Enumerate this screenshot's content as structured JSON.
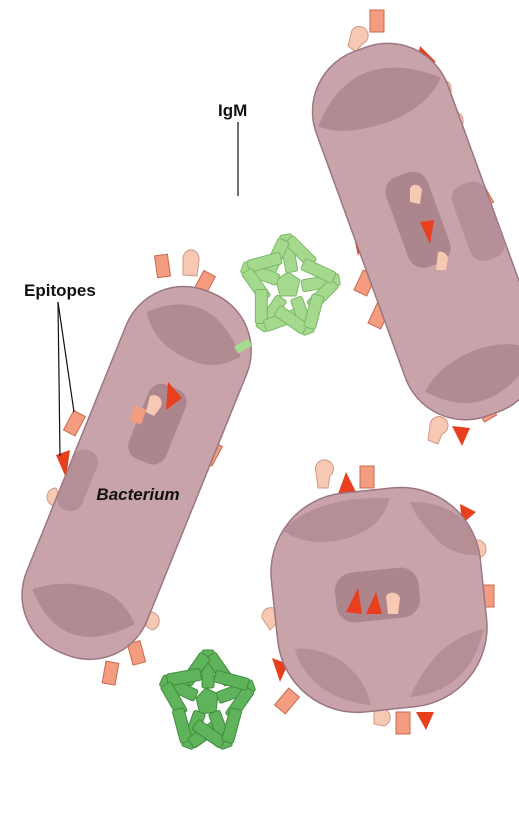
{
  "labels": {
    "igm": "IgM",
    "epitopes": "Epitopes",
    "bacterium": "Bacterium"
  },
  "colors": {
    "bacterium_fill": "#c9a3aa",
    "bacterium_stroke": "#9c7680",
    "bacterium_patch": "#a88088",
    "epitope_square": "#f39c80",
    "epitope_triangle": "#e8401f",
    "epitope_bump": "#f7c9b3",
    "igm": "#a4d98e",
    "antibody_dark": "#5fb35a"
  },
  "icons": {
    "igm_pentamer": "igm-icon",
    "antibody": "antibody-icon",
    "bacterium": "bacterium-icon",
    "epitope": "epitope-icon"
  }
}
